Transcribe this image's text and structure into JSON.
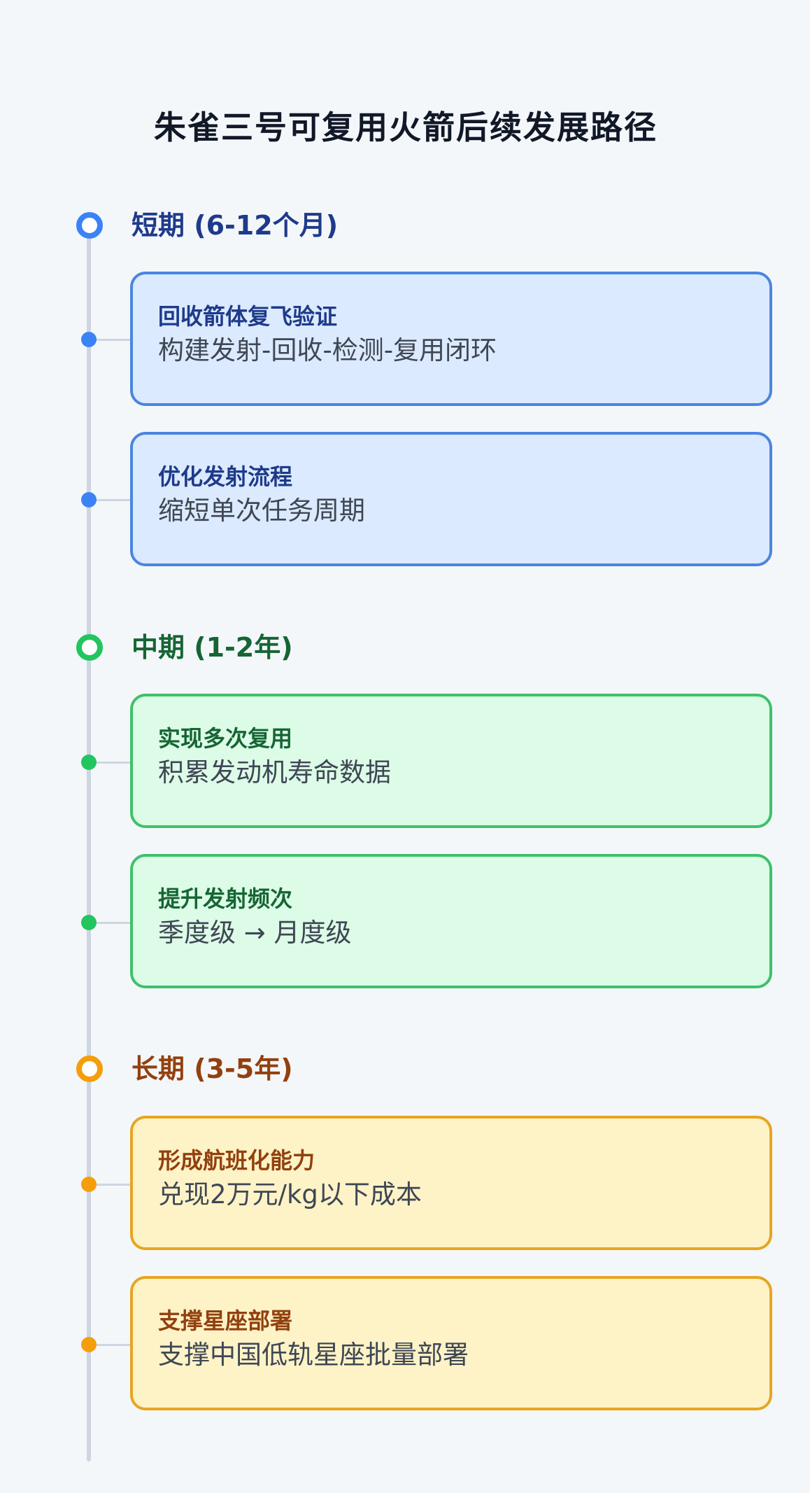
{
  "title": "朱雀三号可复用火箭后续发展路径",
  "colors": {
    "short_term": "#3b82f6",
    "mid_term": "#22c55e",
    "long_term": "#f59e0b"
  },
  "phases": [
    {
      "label": "短期 (6-12个月)",
      "color_label": "#1e3a8a",
      "items": [
        {
          "title": "回收箭体复飞验证",
          "desc": "构建发射-回收-检测-复用闭环"
        },
        {
          "title": "优化发射流程",
          "desc": "缩短单次任务周期"
        }
      ]
    },
    {
      "label": "中期 (1-2年)",
      "color_label": "#166534",
      "items": [
        {
          "title": "实现多次复用",
          "desc": "积累发动机寿命数据"
        },
        {
          "title": "提升发射频次",
          "desc": "季度级 → 月度级"
        }
      ]
    },
    {
      "label": "长期 (3-5年)",
      "color_label": "#92400e",
      "items": [
        {
          "title": "形成航班化能力",
          "desc": "兑现2万元/kg以下成本"
        },
        {
          "title": "支撑星座部署",
          "desc": "支撑中国低轨星座批量部署"
        }
      ]
    }
  ]
}
